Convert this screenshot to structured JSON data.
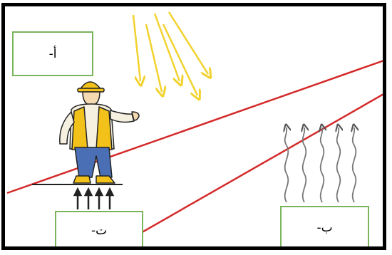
{
  "labels": {
    "a": "أ-",
    "b": "ب-",
    "t": "ت-"
  },
  "colors": {
    "frame": "#000000",
    "box_border": "#7ab55c",
    "sun_rays": "#f2d22e",
    "atmosphere_lines": "#d42a2a",
    "heat_waves": "#8a8a8a",
    "ground_arrows": "#222222",
    "worker_helmet": "#f2c21a",
    "worker_vest": "#f2c21a",
    "worker_jeans": "#4a6fb5",
    "worker_shirt": "#f5f0e0"
  },
  "icons": {
    "sun_rays": "sun-rays-icon",
    "worker": "construction-worker-icon",
    "heat_waves": "heat-wave-arrows-icon",
    "ground_arrows": "upward-arrows-icon"
  }
}
